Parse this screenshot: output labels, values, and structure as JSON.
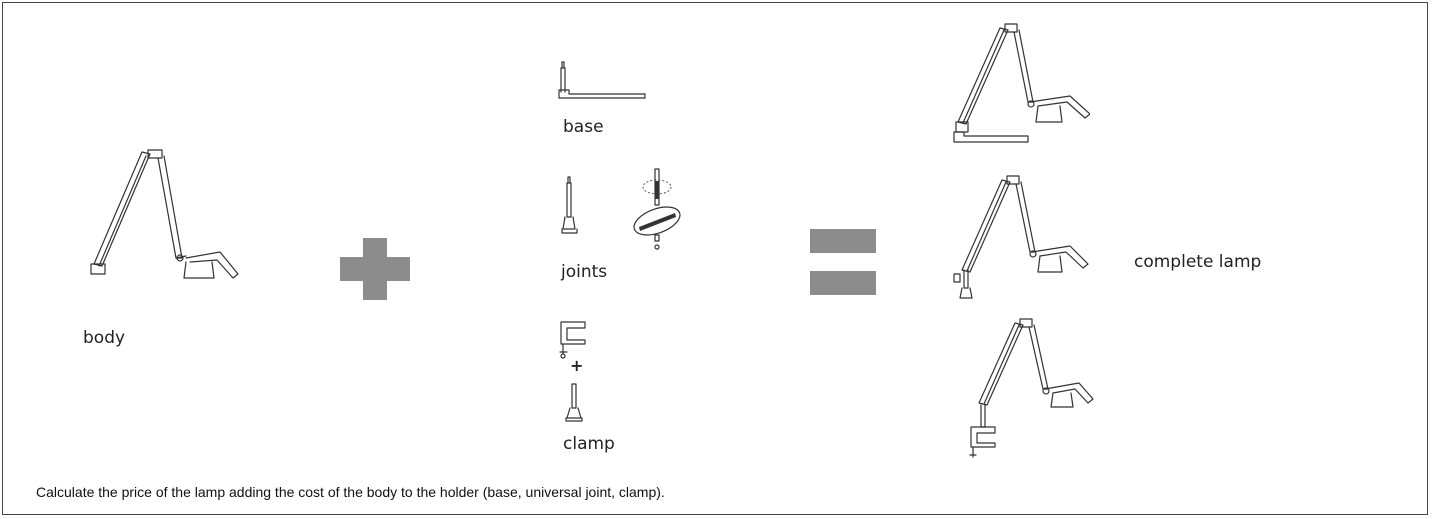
{
  "labels": {
    "body": "body",
    "base": "base",
    "joints": "joints",
    "clamp": "clamp",
    "complete_lamp": "complete lamp",
    "small_plus": "+"
  },
  "caption": "Calculate the price of the lamp adding the cost of the body to the holder (base, universal joint, clamp).",
  "colors": {
    "operator": "#8c8c8c",
    "line": "#333333"
  },
  "icons": {
    "plus_operator": "plus-sign",
    "equals_operator": "equals-sign"
  }
}
